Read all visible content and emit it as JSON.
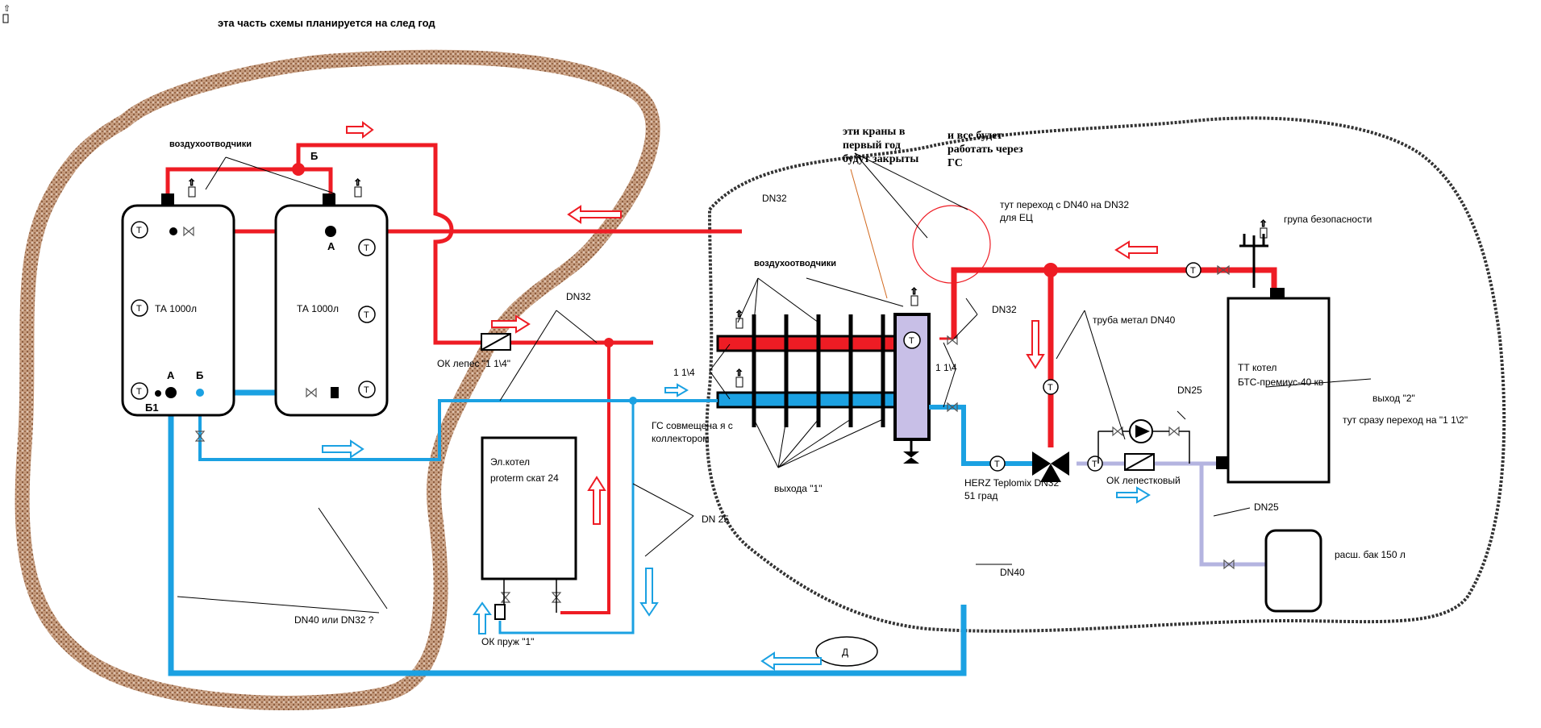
{
  "header_note": "эта часть схемы планируется на след год",
  "labels": {
    "air_vents_left": "воздухоотводчики",
    "air_vents_right": "воздухоотводчики",
    "tank1": "ТА 1000л",
    "tank2": "ТА 1000л",
    "point_a_top": "А",
    "point_b_top": "Б",
    "point_a_bottom": "А",
    "point_b_bottom": "Б",
    "point_b1": "Б1",
    "ok_lepes": "ОК лепес \"1 1\\4\"",
    "dn32_a": "DN32",
    "dn32_b": "DN32",
    "dn32_c": "DN32",
    "dn25_a": "DN 25",
    "dn25_b": "DN25",
    "dn25_c": "DN25",
    "dn40_a": "DN40",
    "dn40_or_dn32": "DN40 или DN32 ?",
    "el_boiler_line1": "Эл.котел",
    "el_boiler_line2": "proterm скат 24",
    "ok_spring": "ОК пруж \"1\"",
    "size_11_4_left": "1 1\\4",
    "size_11_4_right": "1 1\\4",
    "gs_line1": "ГС совмещена я с",
    "gs_line2": "коллектором",
    "outputs_1": "выхода \"1\"",
    "valves_note_1": "эти краны в",
    "valves_note_2": "первый год",
    "valves_note_3": "будут закрыты",
    "gs_note_1": "и все будет",
    "gs_note_2": "работать через",
    "gs_note_3": "ГС",
    "transition_1": "тут переход с DN40 на DN32",
    "transition_2": "для ЕЦ",
    "pipe_metal": "труба метал DN40",
    "safety_group": "група безопасности",
    "tt_boiler_1": "ТТ котел",
    "tt_boiler_2": "БТС-премиус-40 кв",
    "output_2": "выход \"2\"",
    "transition_112": "тут сразу переход на \"1 1\\2\"",
    "herz_1": "HERZ Teplomix DN32",
    "herz_2": "51 град",
    "ok_petal": "ОК лепестковый",
    "exp_tank": "расш. бак 150 л",
    "drain": "Д",
    "thermometer": "Т"
  },
  "colors": {
    "supply": "#ee1c24",
    "return": "#1ba1e2",
    "expansion": "#b4b4e0",
    "collector": "#c8bfe7",
    "brown_outline": "#a9785a"
  }
}
